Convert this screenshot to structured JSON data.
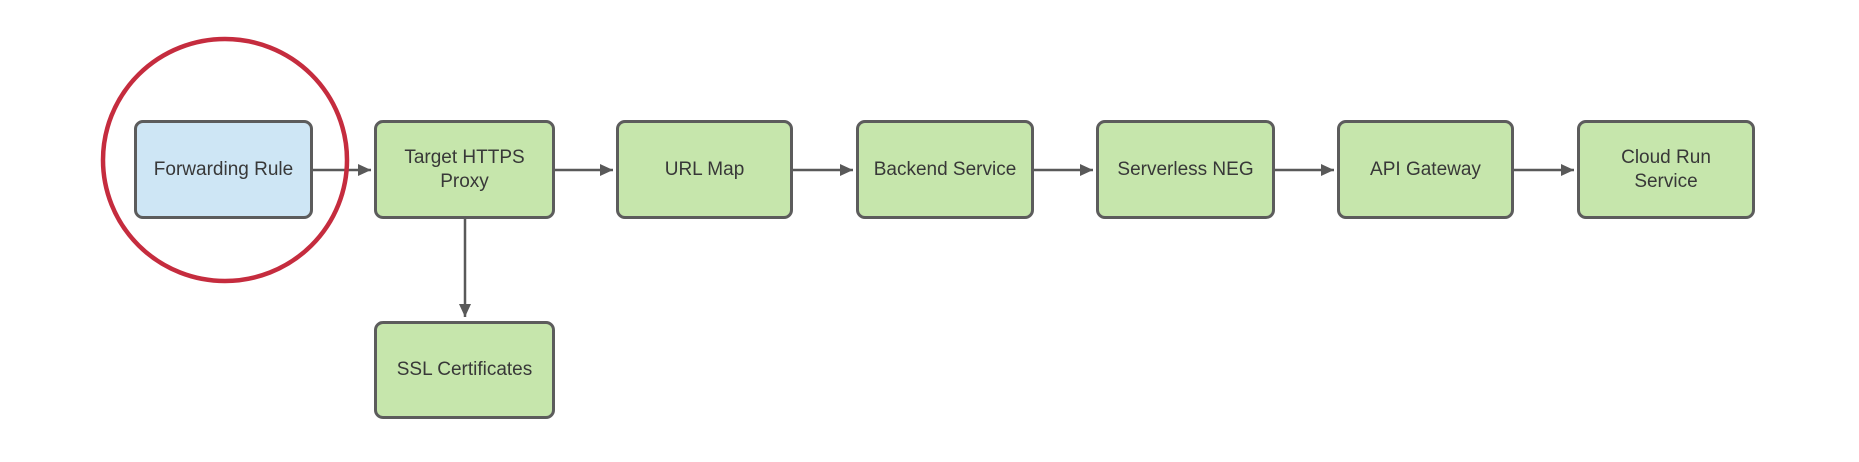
{
  "diagram": {
    "type": "flowchart",
    "nodes": [
      {
        "id": "forwarding-rule",
        "label": "Forwarding Rule",
        "fill": "blue",
        "highlighted": true
      },
      {
        "id": "target-https-proxy",
        "label": "Target HTTPS\nProxy",
        "fill": "green",
        "highlighted": false
      },
      {
        "id": "url-map",
        "label": "URL Map",
        "fill": "green",
        "highlighted": false
      },
      {
        "id": "backend-service",
        "label": "Backend Service",
        "fill": "green",
        "highlighted": false
      },
      {
        "id": "serverless-neg",
        "label": "Serverless NEG",
        "fill": "green",
        "highlighted": false
      },
      {
        "id": "api-gateway",
        "label": "API Gateway",
        "fill": "green",
        "highlighted": false
      },
      {
        "id": "cloud-run-service",
        "label": "Cloud Run\nService",
        "fill": "green",
        "highlighted": false
      },
      {
        "id": "ssl-certificates",
        "label": "SSL Certificates",
        "fill": "green",
        "highlighted": false
      }
    ],
    "edges": [
      {
        "from": "Forwarding Rule",
        "to": "Target HTTPS Proxy"
      },
      {
        "from": "Target HTTPS Proxy",
        "to": "URL Map"
      },
      {
        "from": "URL Map",
        "to": "Backend Service"
      },
      {
        "from": "Backend Service",
        "to": "Serverless NEG"
      },
      {
        "from": "Serverless NEG",
        "to": "API Gateway"
      },
      {
        "from": "API Gateway",
        "to": "Cloud Run Service"
      },
      {
        "from": "Target HTTPS Proxy",
        "to": "SSL Certificates"
      }
    ],
    "annotations": [
      {
        "type": "circle-highlight",
        "around": "Forwarding Rule"
      }
    ],
    "colors": {
      "node_fill_green": "#c6e6ac",
      "node_fill_blue": "#cee6f5",
      "node_border": "#5c5c5c",
      "arrow": "#595959",
      "highlight_circle": "#c52c3e",
      "text": "#383838",
      "background": "#ffffff"
    }
  }
}
